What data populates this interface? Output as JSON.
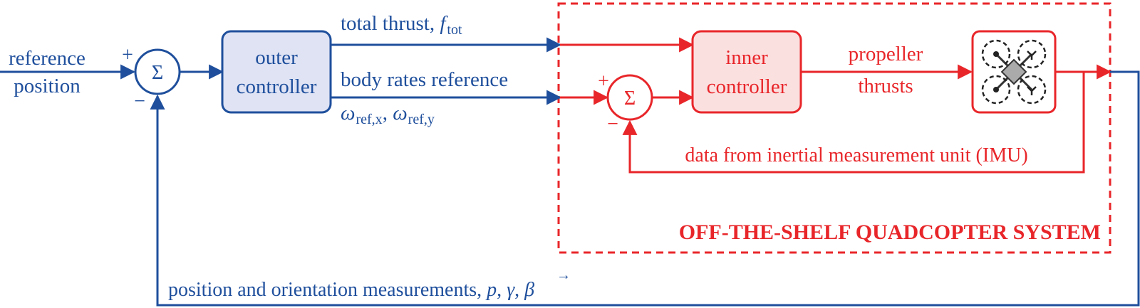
{
  "colors": {
    "outer_loop": "#1f4f9c",
    "inner_loop": "#e8262a",
    "outer_controller_fill": "#dfe3f4",
    "inner_controller_fill": "#fbe0e0"
  },
  "input": {
    "line1": "reference",
    "line2": "position"
  },
  "sum_outer": {
    "symbol": "Σ",
    "plus": "+",
    "minus": "−"
  },
  "outer_controller": {
    "line1": "outer",
    "line2": "controller"
  },
  "total_thrust": {
    "label": "total thrust, ",
    "symbol": "f",
    "subscript": "tot"
  },
  "body_rates": {
    "label": "body rates reference",
    "omega": "ω",
    "sub_x": "ref,x",
    "sub_y": "ref,y",
    "separator": ", "
  },
  "sum_inner": {
    "symbol": "Σ",
    "plus": "+",
    "minus": "−"
  },
  "inner_controller": {
    "line1": "inner",
    "line2": "controller"
  },
  "propeller_thrusts": {
    "line1": "propeller",
    "line2": "thrusts"
  },
  "quadcopter_icon": "quadcopter-icon",
  "imu_feedback": "data from inertial measurement unit (IMU)",
  "system_title": "OFF-THE-SHELF QUADCOPTER SYSTEM",
  "measurement_feedback": {
    "text": "position and orientation measurements, ",
    "p": "p",
    "arrow": "→",
    "gamma": "γ",
    "beta": "β",
    "separator": ", "
  }
}
